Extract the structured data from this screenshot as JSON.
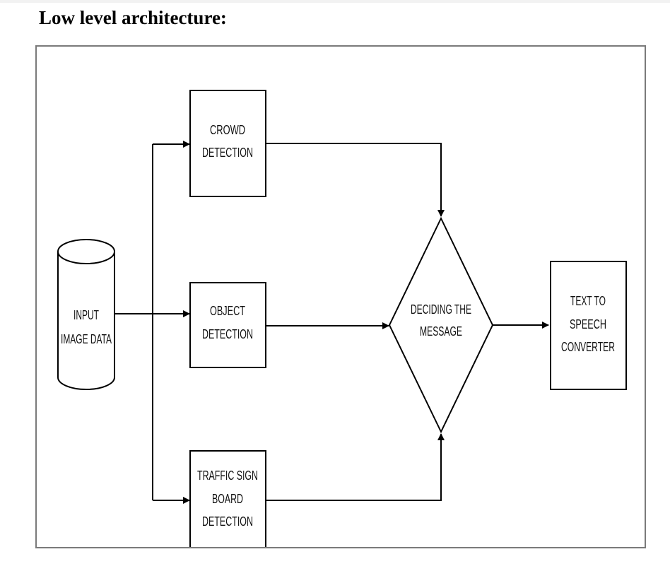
{
  "page": {
    "heading": "Low level architecture:"
  },
  "diagram": {
    "input": {
      "lines": [
        "INPUT",
        "IMAGE DATA"
      ]
    },
    "crowd": {
      "lines": [
        "CROWD",
        "DETECTION"
      ]
    },
    "object": {
      "lines": [
        "OBJECT",
        "DETECTION"
      ]
    },
    "traffic": {
      "lines": [
        "TRAFFIC SIGN",
        "BOARD",
        "DETECTION"
      ]
    },
    "decision": {
      "lines": [
        "DECIDING THE",
        "MESSAGE"
      ]
    },
    "tts": {
      "lines": [
        "TEXT TO",
        "SPEECH",
        "CONVERTER"
      ]
    }
  }
}
